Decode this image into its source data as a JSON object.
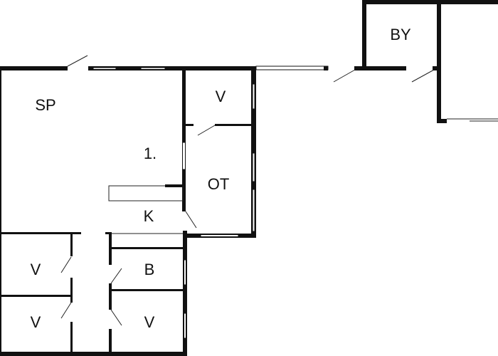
{
  "rooms": {
    "sp": "SP",
    "v_top": "V",
    "hall": "1.",
    "ot": "OT",
    "k": "K",
    "by": "BY",
    "b": "B",
    "v_left_upper": "V",
    "v_left_lower": "V",
    "v_right_lower": "V"
  },
  "colors": {
    "wall": "#111111",
    "background": "#ffffff"
  }
}
